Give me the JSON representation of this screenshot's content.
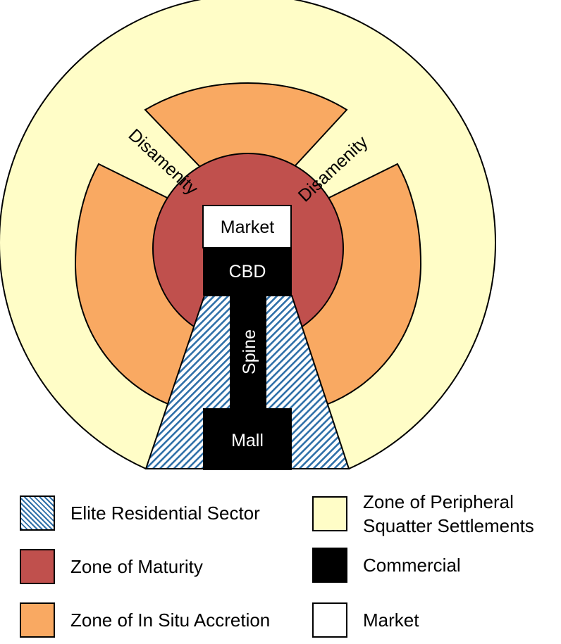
{
  "diagram": {
    "labels": {
      "market": "Market",
      "cbd": "CBD",
      "spine": "Spine",
      "mall": "Mall",
      "disamenity_left": "Disamenity",
      "disamenity_right": "Disamenity"
    },
    "colors": {
      "peripheral": "#FFFDC7",
      "in_situ": "#F9A962",
      "maturity": "#C0504D",
      "commercial": "#000000",
      "market": "#FFFFFF",
      "elite_hatch": "#2E6FA8",
      "outline": "#000000"
    }
  },
  "legend": {
    "items": [
      {
        "label": "Elite Residential Sector",
        "swatch": "hatch",
        "color": "#2E6FA8"
      },
      {
        "label": "Zone of Maturity",
        "swatch": "solid",
        "color": "#C0504D"
      },
      {
        "label": "Zone of In Situ Accretion",
        "swatch": "solid",
        "color": "#F9A962"
      },
      {
        "label": "Zone of Peripheral\nSquatter Settlements",
        "swatch": "solid",
        "color": "#FFFDC7"
      },
      {
        "label": "Commercial",
        "swatch": "solid",
        "color": "#000000"
      },
      {
        "label": "Market",
        "swatch": "solid",
        "color": "#FFFFFF"
      }
    ]
  }
}
